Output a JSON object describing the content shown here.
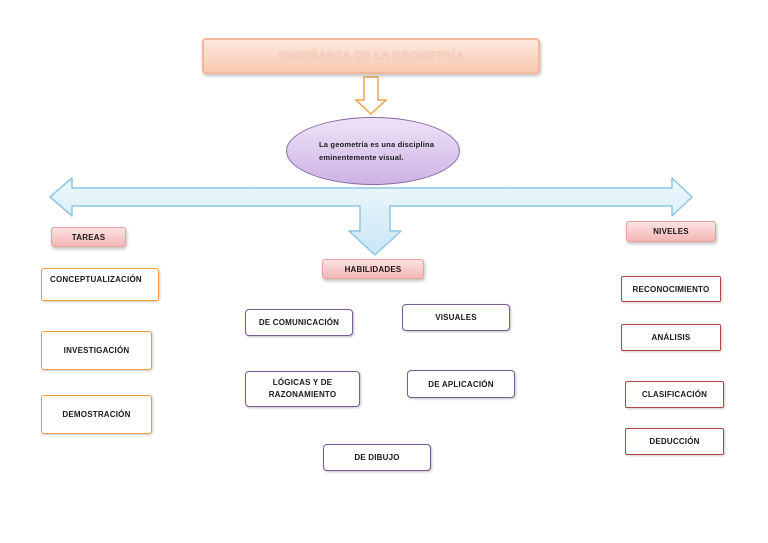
{
  "title": "ENSEÑANZA DE LA GEOMETRÍA",
  "central": "La geometría es una disciplina eminentemente visual.",
  "tareas": {
    "heading": "TAREAS",
    "items": [
      "CONCEPTUALIZACIÓN",
      "INVESTIGACIÓN",
      "DEMOSTRACIÓN"
    ]
  },
  "habilidades": {
    "heading": "HABILIDADES",
    "items": [
      "DE COMUNICACIÓN",
      "VISUALES",
      "LÓGICAS Y DE RAZONAMIENTO",
      "DE APLICACIÓN",
      "DE DIBUJO"
    ]
  },
  "niveles": {
    "heading": "NIVELES",
    "items": [
      "RECONOCIMIENTO",
      "ANÁLISIS",
      "CLASIFICACIÓN",
      "DEDUCCIÓN"
    ]
  },
  "colors": {
    "arrow_fill": "#dff1fa",
    "arrow_stroke": "#8ec5e6",
    "down_arrow_fill": "#ffffff",
    "down_arrow_stroke": "#f0a44f",
    "tareas_border": "#f39a3f",
    "habilidades_border": "#7a5c93",
    "niveles_border": "#b54444"
  }
}
